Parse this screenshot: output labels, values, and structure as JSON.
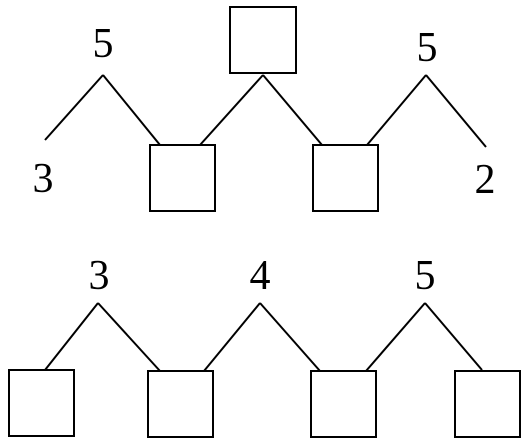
{
  "top_figure": {
    "peak_left": "5",
    "peak_right": "5",
    "leaf_left": "3",
    "leaf_right": "2",
    "answer_boxes": [
      "",
      "",
      ""
    ]
  },
  "bottom_figure": {
    "peak_1": "3",
    "peak_2": "4",
    "peak_3": "5",
    "answer_boxes": [
      "",
      "",
      "",
      ""
    ]
  }
}
